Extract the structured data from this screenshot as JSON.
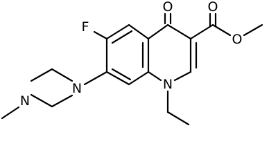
{
  "atoms": {
    "fluorine": "F",
    "ketone_oxygen": "O",
    "ester_carbonyl_oxygen": "O",
    "ester_ether_oxygen": "O",
    "ring_nitrogen": "N",
    "piperazine_nitrogen_aryl": "N",
    "piperazine_nitrogen_methyl": "N"
  }
}
